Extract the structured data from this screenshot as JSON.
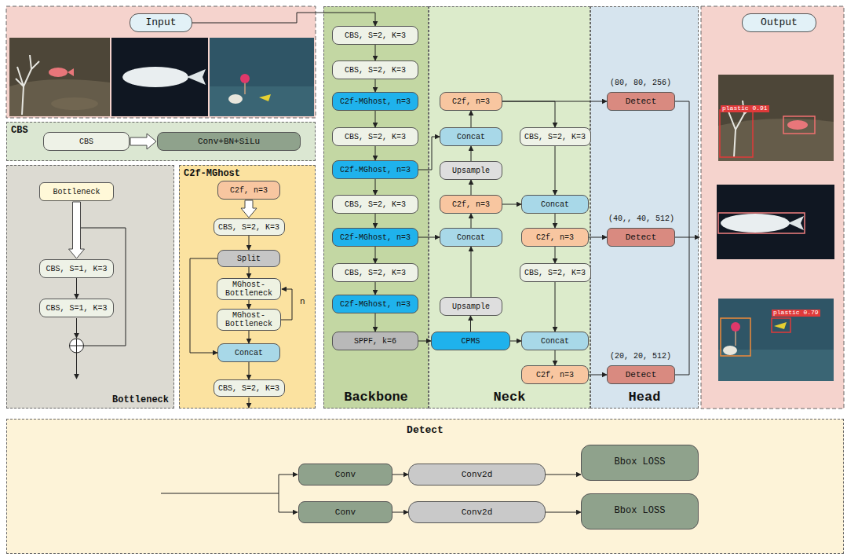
{
  "diagram": {
    "nodes": [
      {
        "text": [
          "Input"
        ]
      },
      {
        "text": [
          "Backbone"
        ]
      },
      {
        "text": [
          "CBS, S=2, K=3"
        ],
        "in": 1
      },
      {
        "text": [
          "CBS, S=2, K=3"
        ],
        "in": 1
      },
      {
        "text": [
          "C2f-MGhost, n=3"
        ],
        "in": 1
      },
      {
        "text": [
          "CBS, S=2, K=3"
        ],
        "in": 1
      },
      {
        "text": [
          "C2f-MGhost, n=3"
        ],
        "in": 1
      },
      {
        "text": [
          "CBS, S=2, K=3"
        ],
        "in": 1
      },
      {
        "text": [
          "C2f-MGhost, n=3"
        ],
        "in": 1
      },
      {
        "text": [
          "CBS, S=2, K=3"
        ],
        "in": 1
      },
      {
        "text": [
          "C2f-MGhost, n=3"
        ],
        "in": 1
      },
      {
        "text": [
          "SPPF, k=6"
        ],
        "in": 1
      },
      {
        "text": [
          "Neck"
        ]
      },
      {
        "text": [
          "C2f, n=3"
        ],
        "in": 12
      },
      {
        "text": [
          "Concat"
        ],
        "in": 12
      },
      {
        "text": [
          "Upsample"
        ],
        "in": 12
      },
      {
        "text": [
          "C2f, n=3"
        ],
        "in": 12
      },
      {
        "text": [
          "Concat"
        ],
        "in": 12
      },
      {
        "text": [
          "Upsample"
        ],
        "in": 12
      },
      {
        "text": [
          "CPMS"
        ],
        "in": 12
      },
      {
        "text": [
          "CBS, S=2, K=3"
        ],
        "in": 12
      },
      {
        "text": [
          "Concat"
        ],
        "in": 12
      },
      {
        "text": [
          "C2f, n=3"
        ],
        "in": 12
      },
      {
        "text": [
          "CBS, S=2, K=3"
        ],
        "in": 12
      },
      {
        "text": [
          "Concat"
        ],
        "in": 12
      },
      {
        "text": [
          "C2f, n=3"
        ],
        "in": 12
      },
      {
        "text": [
          "Head"
        ]
      },
      {
        "text": [
          "Detect"
        ],
        "in": 26
      },
      {
        "text": [
          "Detect"
        ],
        "in": 26
      },
      {
        "text": [
          "Detect"
        ],
        "in": 26
      },
      {
        "text": [
          "Output"
        ]
      },
      {
        "text": [
          "CBS"
        ]
      },
      {
        "text": [
          "CBS"
        ],
        "in": 31
      },
      {
        "text": [
          "Conv+BN+SiLu"
        ],
        "in": 31
      },
      {
        "text": [
          "Bottleneck"
        ]
      },
      {
        "text": [
          "Bottleneck"
        ],
        "in": 34
      },
      {
        "text": [
          "CBS, S=1, K=3"
        ],
        "in": 34
      },
      {
        "text": [
          "CBS, S=1, K=3"
        ],
        "in": 34
      },
      {
        "text": [
          "C2f-MGhost"
        ]
      },
      {
        "text": [
          "C2f, n=3"
        ],
        "in": 38
      },
      {
        "text": [
          "CBS, S=2, K=3"
        ],
        "in": 38
      },
      {
        "text": [
          "Split"
        ],
        "in": 38
      },
      {
        "text": [
          "MGhost-Bottleneck"
        ],
        "in": 38
      },
      {
        "text": [
          "MGhost-Bottleneck"
        ],
        "in": 38
      },
      {
        "text": [
          "Concat"
        ],
        "in": 38
      },
      {
        "text": [
          "CBS, S=2, K=3"
        ],
        "in": 38
      },
      {
        "text": [
          "Detect"
        ]
      },
      {
        "text": [
          "Conv"
        ],
        "in": 46
      },
      {
        "text": [
          "Conv2d"
        ],
        "in": 46
      },
      {
        "text": [
          "Bbox LOSS"
        ],
        "in": 46
      },
      {
        "text": [
          "Conv"
        ],
        "in": 46
      },
      {
        "text": [
          "Conv2d"
        ],
        "in": 46
      },
      {
        "text": [
          "Bbox LOSS"
        ],
        "in": 46
      }
    ],
    "edges": [
      {
        "from": 0,
        "to": 2,
        "arrow": "to"
      },
      {
        "from": 2,
        "to": 3,
        "arrow": "to"
      },
      {
        "from": 3,
        "to": 4,
        "arrow": "to"
      },
      {
        "from": 4,
        "to": 5,
        "arrow": "to"
      },
      {
        "from": 5,
        "to": 6,
        "arrow": "to"
      },
      {
        "from": 6,
        "to": 7,
        "arrow": "to"
      },
      {
        "from": 7,
        "to": 8,
        "arrow": "to"
      },
      {
        "from": 8,
        "to": 9,
        "arrow": "to"
      },
      {
        "from": 9,
        "to": 10,
        "arrow": "to"
      },
      {
        "from": 10,
        "to": 11,
        "arrow": "to"
      },
      {
        "from": 11,
        "to": 19,
        "arrow": "to"
      },
      {
        "from": 19,
        "to": 18,
        "arrow": "to"
      },
      {
        "from": 18,
        "to": 17,
        "arrow": "to"
      },
      {
        "from": 8,
        "to": 17,
        "arrow": "to"
      },
      {
        "from": 17,
        "to": 16,
        "arrow": "to"
      },
      {
        "from": 16,
        "to": 15,
        "arrow": "to"
      },
      {
        "from": 15,
        "to": 14,
        "arrow": "to"
      },
      {
        "from": 6,
        "to": 14,
        "arrow": "to"
      },
      {
        "from": 14,
        "to": 13,
        "arrow": "to"
      },
      {
        "from": 13,
        "to": 27,
        "arrow": "to"
      },
      {
        "from": 13,
        "to": 20,
        "arrow": "to"
      },
      {
        "from": 20,
        "to": 21,
        "arrow": "to"
      },
      {
        "from": 16,
        "to": 21,
        "arrow": "to"
      },
      {
        "from": 21,
        "to": 22,
        "arrow": "to"
      },
      {
        "from": 22,
        "to": 28,
        "arrow": "to"
      },
      {
        "from": 22,
        "to": 23,
        "arrow": "to"
      },
      {
        "from": 23,
        "to": 24,
        "arrow": "to"
      },
      {
        "from": 19,
        "to": 24,
        "arrow": "to"
      },
      {
        "from": 24,
        "to": 25,
        "arrow": "to"
      },
      {
        "from": 25,
        "to": 29,
        "arrow": "to"
      },
      {
        "from": 39,
        "to": 40,
        "arrow": "to"
      },
      {
        "from": 40,
        "to": 41,
        "arrow": "to"
      },
      {
        "from": 41,
        "to": 42,
        "arrow": "to"
      },
      {
        "from": 42,
        "to": 43,
        "arrow": "to"
      },
      {
        "from": 41,
        "to": 44,
        "arrow": "to"
      },
      {
        "from": 43,
        "to": 44,
        "arrow": "to"
      },
      {
        "from": 44,
        "to": 45,
        "arrow": "to"
      },
      {
        "from": 32,
        "to": 33,
        "arrow": "to"
      },
      {
        "from": 35,
        "to": 36,
        "arrow": "to"
      },
      {
        "from": 36,
        "to": 37,
        "arrow": "to"
      },
      {
        "from": 47,
        "to": 48,
        "arrow": "to"
      },
      {
        "from": 48,
        "to": 49,
        "arrow": "to"
      },
      {
        "from": 50,
        "to": 51,
        "arrow": "to"
      },
      {
        "from": 51,
        "to": 52,
        "arrow": "to"
      }
    ],
    "labels": [
      "(80, 80, 256)",
      "(40,, 40, 512)",
      "(20, 20, 512)",
      "n",
      "plastic 0.91",
      "plastic 0.79"
    ]
  }
}
